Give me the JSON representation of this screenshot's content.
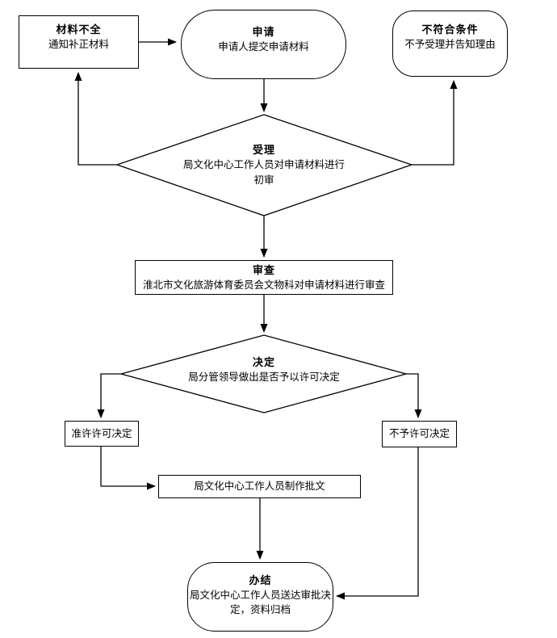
{
  "meta": {
    "type": "flowchart",
    "background": "#ffffff",
    "stroke_color": "#000000",
    "text_color": "#000000"
  },
  "nodes": {
    "incomplete": {
      "title": "材料不全",
      "line1": "通知补正材料"
    },
    "apply": {
      "title": "申请",
      "line1": "申请人提交申请材料"
    },
    "not_qualified": {
      "title": "不符合条件",
      "line1": "不予受理并告知理由"
    },
    "accept": {
      "title": "受理",
      "line1": "局文化中心工作人员对申请材料进行",
      "line2": "初审"
    },
    "review": {
      "title": "审查",
      "line1": "淮北市文化旅游体育委员会文物科对申请材料进行审查"
    },
    "decision": {
      "title": "决定",
      "line1": "局分管领导做出是否予以许可决定"
    },
    "approve": {
      "label": "准许许可决定"
    },
    "deny": {
      "label": "不予许可决定"
    },
    "make_document": {
      "label": "局文化中心工作人员制作批文"
    },
    "complete": {
      "title": "办结",
      "line1": "局文化中心工作人员送达审批决",
      "line2": "定，资料归档"
    }
  },
  "edges": [
    {
      "from": "incomplete",
      "to": "apply"
    },
    {
      "from": "apply",
      "to": "accept"
    },
    {
      "from": "accept",
      "to": "incomplete"
    },
    {
      "from": "accept",
      "to": "not_qualified"
    },
    {
      "from": "accept",
      "to": "review"
    },
    {
      "from": "review",
      "to": "decision"
    },
    {
      "from": "decision",
      "to": "approve"
    },
    {
      "from": "decision",
      "to": "deny"
    },
    {
      "from": "approve",
      "to": "make_document"
    },
    {
      "from": "make_document",
      "to": "complete"
    },
    {
      "from": "deny",
      "to": "complete"
    }
  ]
}
